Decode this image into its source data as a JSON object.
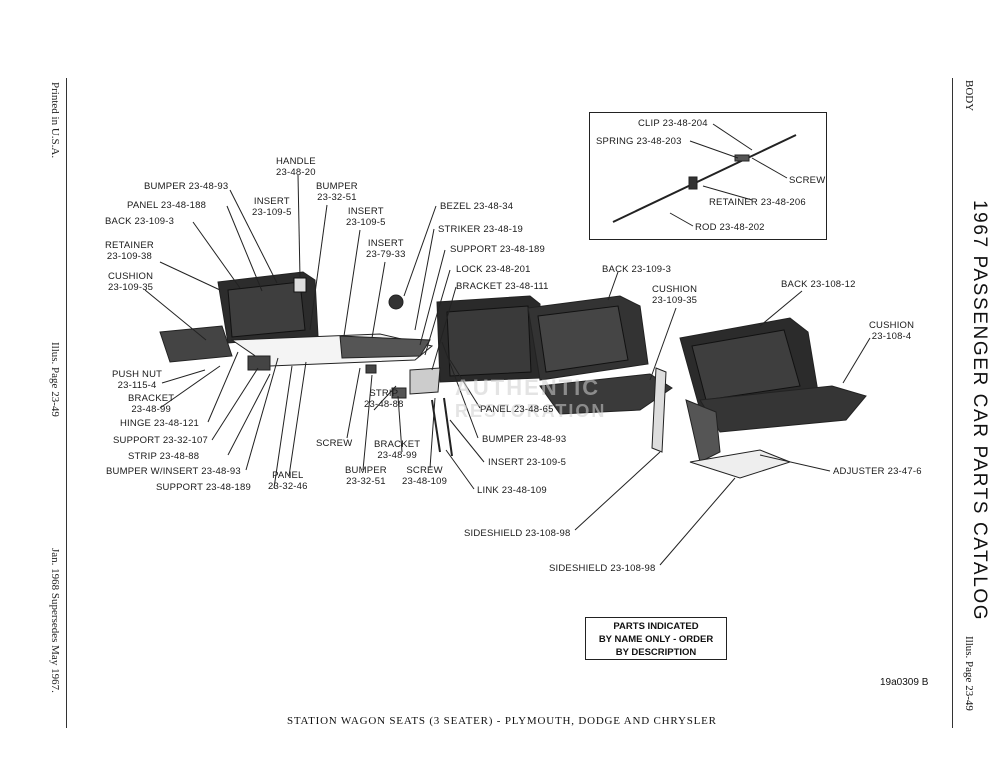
{
  "left_margin": {
    "printed": "Printed in U.S.A.",
    "illus_page": "Illus. Page 23-49",
    "date": "Jan. 1968 Supersedes May 1967."
  },
  "right_margin": {
    "section": "BODY",
    "title": "1967 PASSENGER CAR PARTS CATALOG",
    "illus_page": "Illus. Page 23-49"
  },
  "inset": {
    "clip": "CLIP 23-48-204",
    "spring": "SPRING 23-48-203",
    "screw": "SCREW",
    "retainer": "RETAINER 23-48-206",
    "rod": "ROD 23-48-202"
  },
  "labels": {
    "handle": "HANDLE\n23-48-20",
    "bumper_top": "BUMPER 23-48-93",
    "bumper_2332": "BUMPER\n23-32-51",
    "panel_188": "PANEL 23-48-188",
    "insert_a": "INSERT\n23-109-5",
    "insert_b": "INSERT\n23-109-5",
    "back_1093_left": "BACK 23-109-3",
    "insert_7933": "INSERT\n23-79-33",
    "retainer": "RETAINER\n23-109-38",
    "cushion_left": "CUSHION\n23-109-35",
    "bezel": "BEZEL 23-48-34",
    "striker": "STRIKER 23-48-19",
    "support_189_top": "SUPPORT 23-48-189",
    "lock": "LOCK 23-48-201",
    "bracket_111": "BRACKET 23-48-111",
    "back_1093_mid": "BACK 23-109-3",
    "cushion_mid": "CUSHION\n23-109-35",
    "back_10812": "BACK 23-108-12",
    "cushion_right": "CUSHION\n23-108-4",
    "push_nut": "PUSH NUT\n23-115-4",
    "bracket_99_left": "BRACKET\n23-48-99",
    "hinge": "HINGE 23-48-121",
    "support_107": "SUPPORT 23-32-107",
    "strip_left": "STRIP 23-48-88",
    "bumper_insert": "BUMPER W/INSERT 23-48-93",
    "support_189_bottom": "SUPPORT 23-48-189",
    "panel_2346": "PANEL\n23-32-46",
    "screw_mid": "SCREW",
    "strip_mid": "STRIP\n23-48-88",
    "bracket_99_mid": "BRACKET\n23-48-99",
    "bumper_3251_bottom": "BUMPER\n23-32-51",
    "screw_109": "SCREW\n23-48-109",
    "panel_65": "PANEL 23-48-65",
    "bumper_93_mid": "BUMPER 23-48-93",
    "insert_mid": "INSERT 23-109-5",
    "link": "LINK 23-48-109",
    "adjuster": "ADJUSTER 23-47-6",
    "sideshield_a": "SIDESHIELD 23-108-98",
    "sideshield_b": "SIDESHIELD 23-108-98"
  },
  "note_box": "PARTS INDICATED\nBY NAME ONLY - ORDER\nBY DESCRIPTION",
  "illustration_code": "19a0309 B",
  "caption": "STATION WAGON SEATS (3 SEATER) - PLYMOUTH, DODGE AND CHRYSLER",
  "watermark": "AUTHENTIC RESTORATION"
}
